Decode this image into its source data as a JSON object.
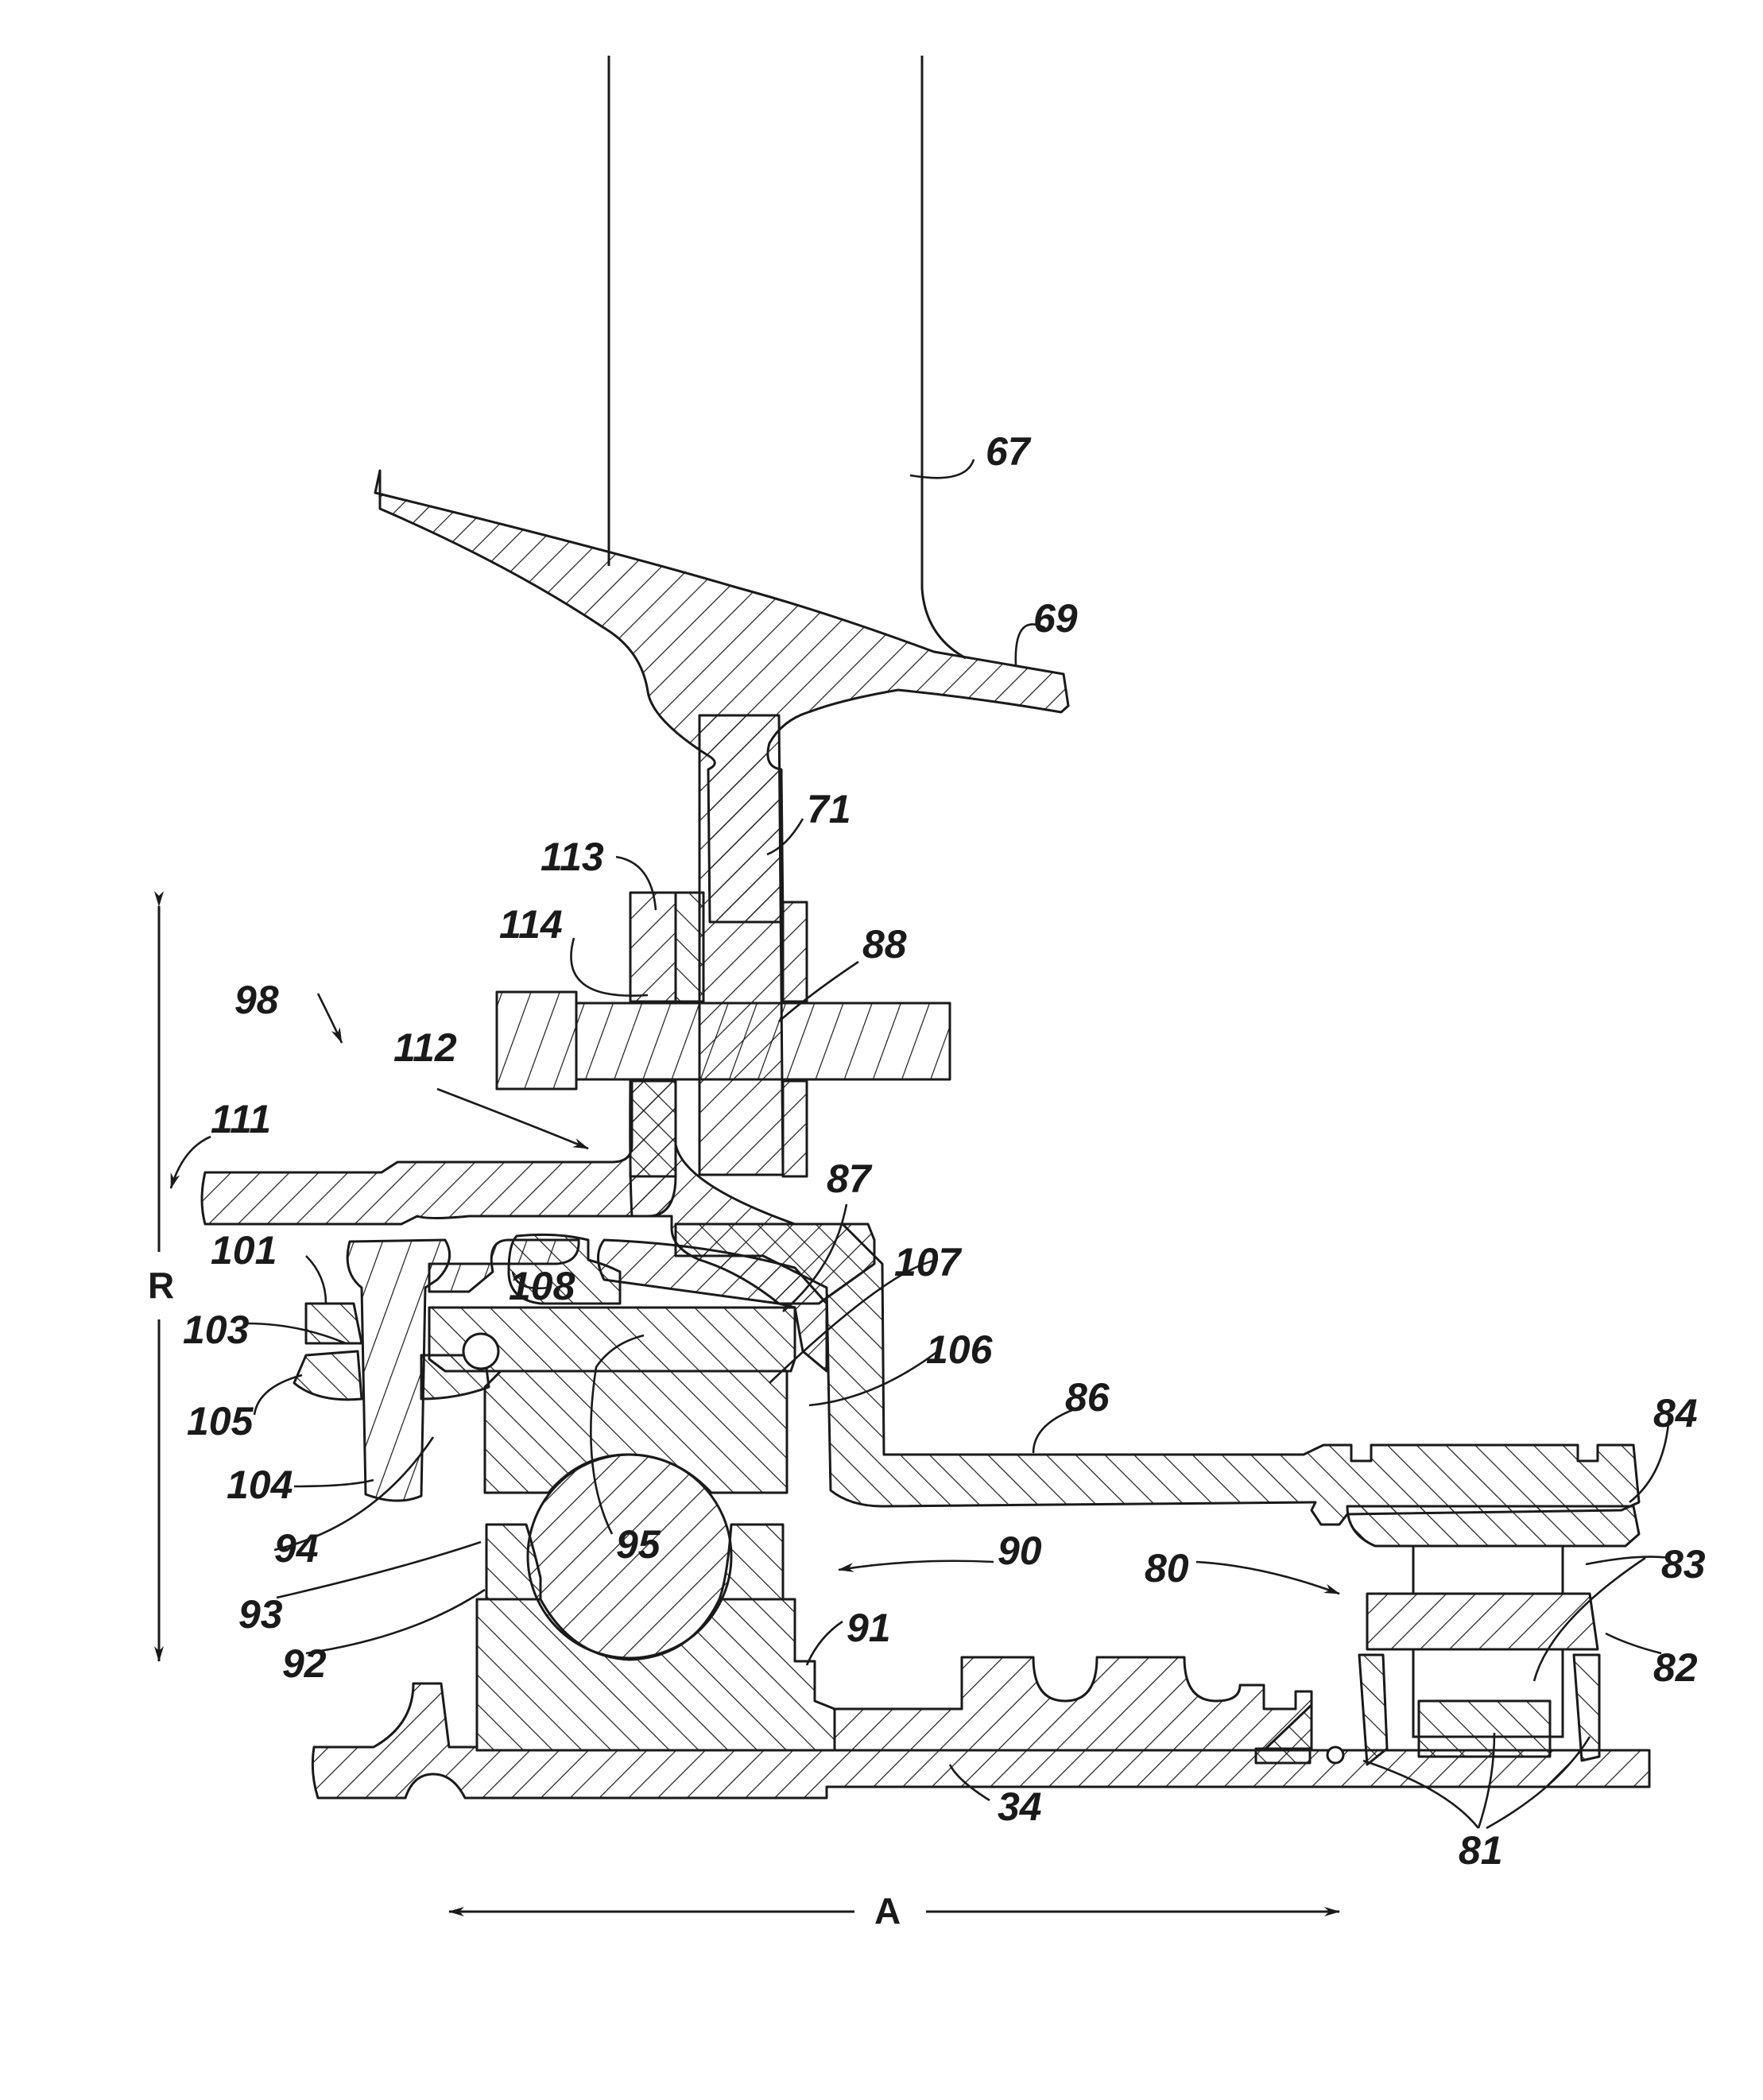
{
  "labels": {
    "l67": "67",
    "l69": "69",
    "l71": "71",
    "l113": "113",
    "l114": "114",
    "l88": "88",
    "l98": "98",
    "l112": "112",
    "l111": "111",
    "l87": "87",
    "l101": "101",
    "l108": "108",
    "l107": "107",
    "l103": "103",
    "l106": "106",
    "l105": "105",
    "l86": "86",
    "l84": "84",
    "l104": "104",
    "l94": "94",
    "l95": "95",
    "l90": "90",
    "l80": "80",
    "l83": "83",
    "l93": "93",
    "l91": "91",
    "l92": "92",
    "l82": "82",
    "l34": "34",
    "l81": "81"
  },
  "axes": {
    "radial": "R",
    "axial": "A"
  }
}
